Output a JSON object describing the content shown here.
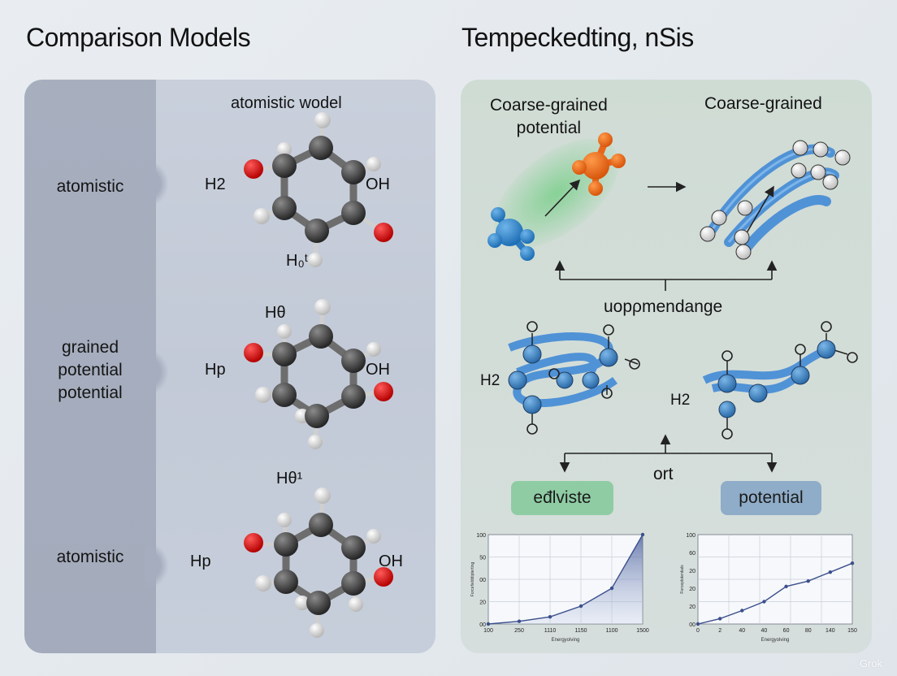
{
  "left_title": "Comparison Models",
  "right_title": "Tempeckedting, nSis",
  "left": {
    "header": "atomistic wodel",
    "rows": [
      {
        "label": "atomistic",
        "h_left": "H2",
        "h_right": "OH",
        "h_bottom": "H₀ᵗ"
      },
      {
        "label": "grained\npotential\npotential",
        "h_left": "Hp",
        "h_right": "OH",
        "h_top": "Hθ"
      },
      {
        "label": "atomistic",
        "h_left": "Hp",
        "h_right": "OH",
        "h_top": "Hθ¹"
      }
    ]
  },
  "right": {
    "cg_potential": "Coarse-grained\npotential",
    "cg": "Coarse-grained",
    "middle_label": "uopρmendange",
    "h2_left": "H2",
    "h2_right": "H2",
    "o_label": "O",
    "branch_label": "ort",
    "pill_left": "eđlviste",
    "pill_right": "potential",
    "colors": {
      "pill_left": "#8fcca4",
      "pill_right": "#8facc8",
      "line": "#3b4f8c"
    }
  },
  "chart_data": [
    {
      "type": "area",
      "x": [
        100,
        250,
        1110,
        1150,
        1100,
        1500
      ],
      "x_tick_labels": [
        "100",
        "250",
        "1110",
        "1150",
        "1100",
        "1500"
      ],
      "y_tick_labels": [
        "100",
        "50",
        "00",
        "20",
        "00"
      ],
      "values": [
        0,
        3,
        8,
        20,
        40,
        100
      ],
      "xlabel": "Energyolving",
      "ylabel": "Forcefielddipterting"
    },
    {
      "type": "line",
      "x_tick_labels": [
        "0",
        "2",
        "40",
        "40",
        "60",
        "80",
        "140",
        "150"
      ],
      "y_tick_labels": [
        "100",
        "60",
        "20",
        "20",
        "20",
        "00"
      ],
      "values": [
        0,
        6,
        15,
        25,
        42,
        48,
        58,
        68
      ],
      "xlabel": "Energyolving",
      "ylabel": "Forceplotentials"
    }
  ],
  "watermark": "Grok"
}
